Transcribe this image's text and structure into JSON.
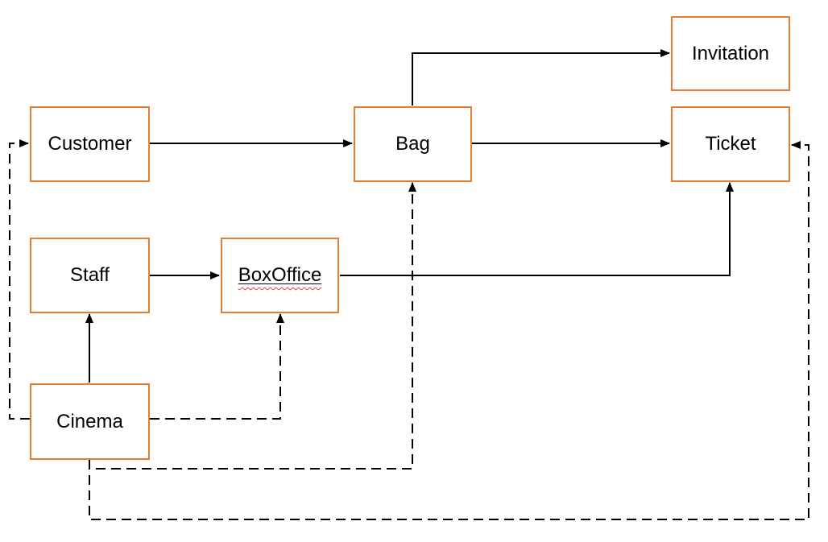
{
  "diagram": {
    "background_color": "#FFFFFF",
    "node_border_color": "#E87D31",
    "connector_color": "#000000",
    "spellcheck_underline_color": "#E5403A",
    "nodes": {
      "customer": {
        "label": "Customer"
      },
      "bag": {
        "label": "Bag"
      },
      "invitation": {
        "label": "Invitation"
      },
      "ticket": {
        "label": "Ticket"
      },
      "staff": {
        "label": "Staff"
      },
      "boxoffice": {
        "label": "BoxOffice",
        "spellcheck_underline": true,
        "black_underline": true
      },
      "cinema": {
        "label": "Cinema"
      }
    },
    "edges": [
      {
        "from": "Customer",
        "to": "Bag",
        "line_style": "solid",
        "arrow": "end"
      },
      {
        "from": "Bag",
        "to": "Invitation",
        "line_style": "solid",
        "arrow": "end"
      },
      {
        "from": "Bag",
        "to": "Ticket",
        "line_style": "solid",
        "arrow": "end"
      },
      {
        "from": "Staff",
        "to": "BoxOffice",
        "line_style": "solid",
        "arrow": "end"
      },
      {
        "from": "BoxOffice",
        "to": "Ticket",
        "line_style": "solid",
        "arrow": "end"
      },
      {
        "from": "Cinema",
        "to": "Staff",
        "line_style": "solid",
        "arrow": "end"
      },
      {
        "from": "Cinema",
        "to": "Customer",
        "line_style": "dashed",
        "arrow": "end"
      },
      {
        "from": "Cinema",
        "to": "BoxOffice",
        "line_style": "dashed",
        "arrow": "end"
      },
      {
        "from": "Cinema",
        "to": "Bag",
        "line_style": "dashed",
        "arrow": "end"
      },
      {
        "from": "Cinema",
        "to": "Ticket",
        "line_style": "dashed",
        "arrow": "end"
      }
    ]
  }
}
